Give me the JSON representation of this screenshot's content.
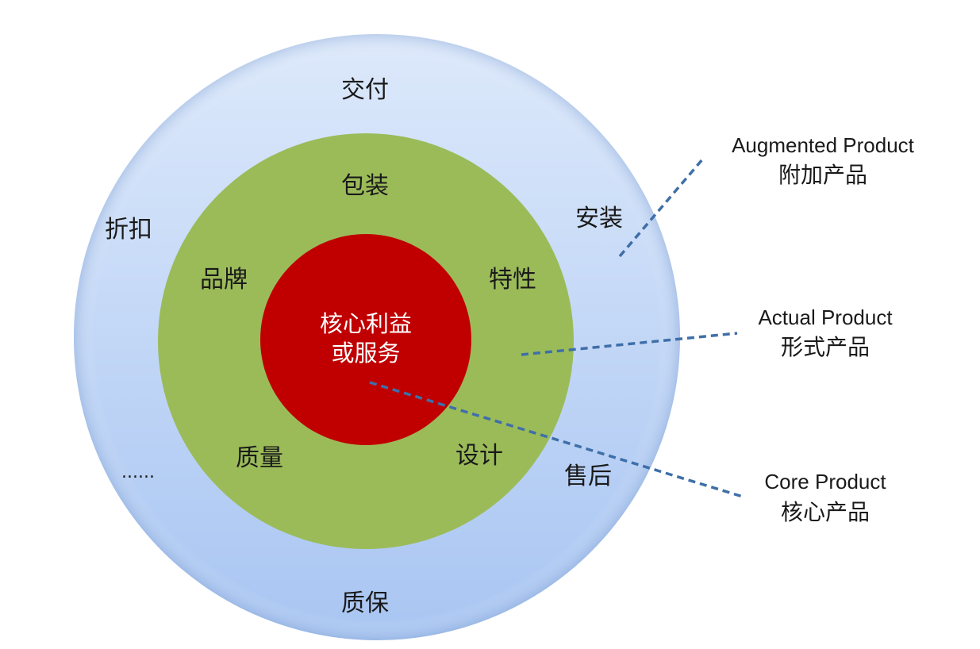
{
  "diagram": {
    "outer_ring": {
      "name": "augmented",
      "labels": [
        "交付",
        "安装",
        "折扣",
        "......",
        "售后",
        "质保"
      ]
    },
    "middle_ring": {
      "name": "actual",
      "labels": [
        "包装",
        "品牌",
        "特性",
        "质量",
        "设计"
      ]
    },
    "core": {
      "line1": "核心利益",
      "line2": "或服务"
    },
    "callouts": [
      {
        "id": "augmented",
        "en": "Augmented Product",
        "zh": "附加产品"
      },
      {
        "id": "actual",
        "en": "Actual Product",
        "zh": "形式产品"
      },
      {
        "id": "core",
        "en": "Core Product",
        "zh": "核心产品"
      }
    ]
  },
  "colors": {
    "outer_top": "#dbe8fb",
    "outer_bottom": "#a9c6f3",
    "middle": "#9bbb59",
    "core": "#c00000",
    "leader": "#3f6fa8"
  }
}
